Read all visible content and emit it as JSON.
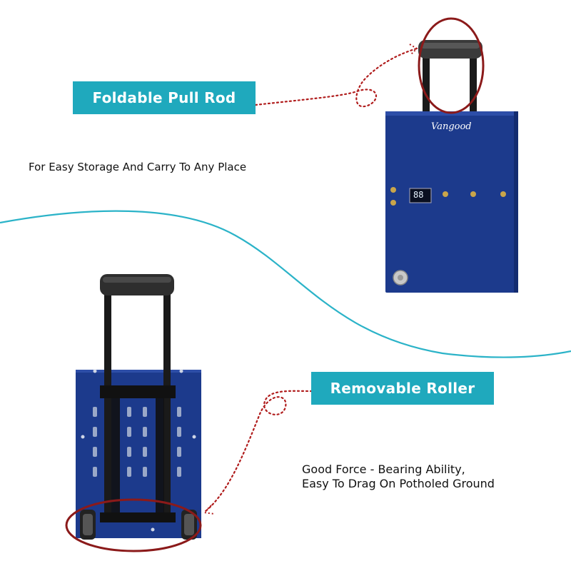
{
  "features": [
    {
      "label": "Foldable Pull Rod",
      "description": "For Easy Storage And Carry To Any Place"
    },
    {
      "label": "Removable Roller",
      "description_lines": [
        "Good Force - Bearing Ability,",
        "Easy To Drag On Potholed Ground"
      ]
    }
  ],
  "product": {
    "brand_text": "Vangood",
    "display_readout": "88"
  },
  "colors": {
    "label_bg": "#1fa9bd",
    "wave_line": "#2bb3c8",
    "highlight_ring": "#8b1a1a",
    "dotted_pointer": "#b01c1c",
    "device_body": "#1c3a8c"
  }
}
